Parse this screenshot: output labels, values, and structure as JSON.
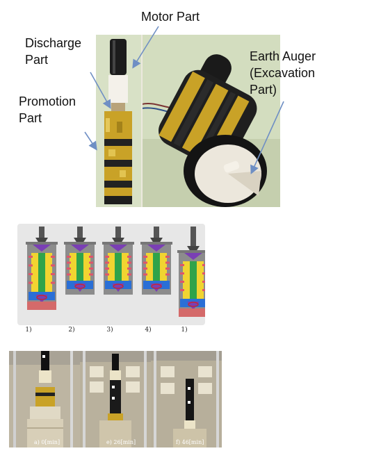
{
  "labels": {
    "motor": "Motor Part",
    "discharge": "Discharge\nPart",
    "promotion": "Promotion\nPart",
    "auger": "Earth Auger\n(Excavation\nPart)"
  },
  "diagram": {
    "step_labels": [
      "1)",
      "2)",
      "3)",
      "4)",
      "1)"
    ]
  },
  "strip": {
    "captions": [
      "a) 0[min]",
      "e) 26[min]",
      "f) 46[min]"
    ]
  },
  "colors": {
    "arrow": "#6f8fc4",
    "gold": "#c9a227",
    "device_gray": "#8c8c8c",
    "device_red": "#e0556a",
    "device_yellow": "#f1d431",
    "device_green": "#2fa34a",
    "device_blue": "#2a6fd6",
    "device_purple": "#7a3fb4",
    "soil_red": "#d46a6a"
  }
}
